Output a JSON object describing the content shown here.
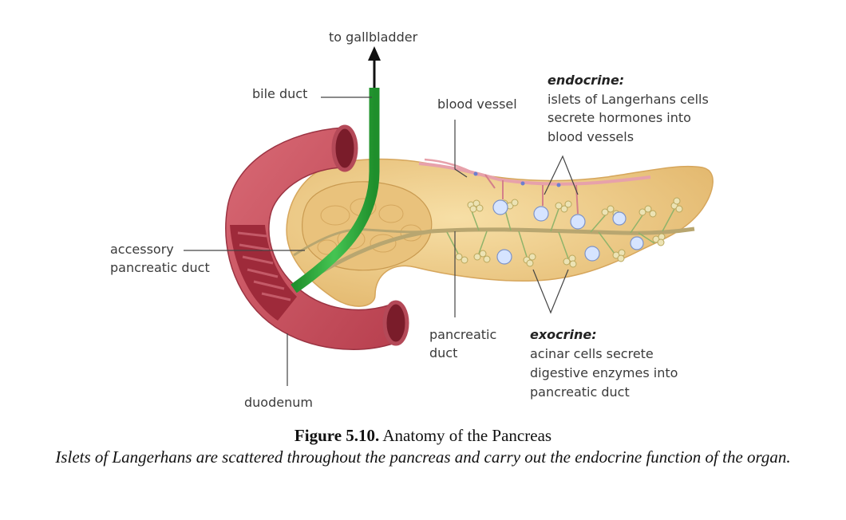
{
  "figure": {
    "labels": {
      "to_gallbladder": "to gallbladder",
      "bile_duct": "bile duct",
      "blood_vessel": "blood vessel",
      "endocrine_title": "endocrine:",
      "endocrine_line1": "islets of Langerhans cells",
      "endocrine_line2": "secrete hormones into",
      "endocrine_line3": "blood vessels",
      "accessory_line1": "accessory",
      "accessory_line2": "pancreatic duct",
      "pancreatic_duct_line1": "pancreatic",
      "pancreatic_duct_line2": "duct",
      "exocrine_title": "exocrine:",
      "exocrine_line1": "acinar cells secrete",
      "exocrine_line2": "digestive enzymes into",
      "exocrine_line3": "pancreatic duct",
      "duodenum": "duodenum"
    },
    "colors": {
      "pancreas": "#f0cf8e",
      "pancreas_dark": "#d9ad62",
      "duodenum": "#cf5e6a",
      "duodenum_dark": "#8e2030",
      "bile_duct": "#2fae3c",
      "blood_vessel": "#e89aa4",
      "islet": "#cfe0ff",
      "acinar": "#e9e0b0"
    }
  },
  "caption": {
    "number": "Figure 5.10.",
    "title": "Anatomy of the Pancreas",
    "description": "Islets of Langerhans are scattered throughout the pancreas and carry out the endocrine function of the organ."
  }
}
